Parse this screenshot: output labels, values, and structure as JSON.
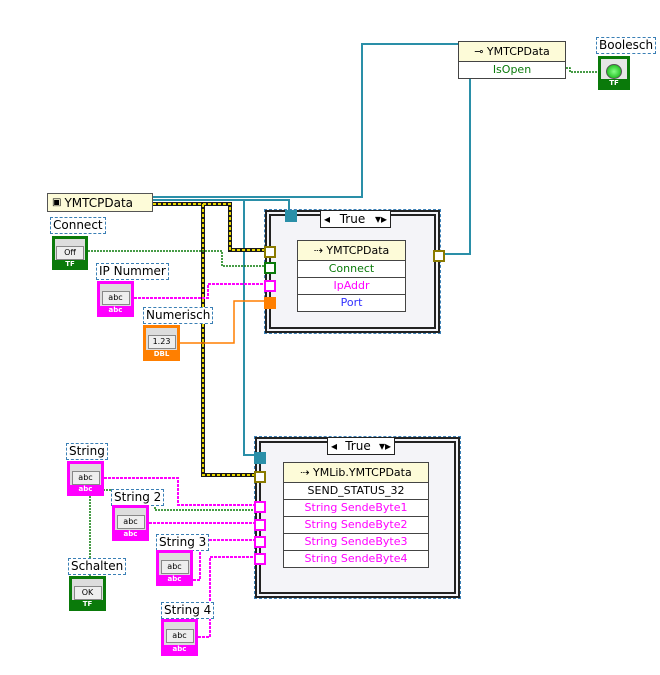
{
  "nodes": {
    "bundle_left": {
      "label": "YMTCPData"
    },
    "prop_top": {
      "label": "YMTCPData",
      "rows": [
        "IsOpen"
      ]
    },
    "prop_case1": {
      "label": "YMTCPData",
      "rows": [
        "Connect",
        "IpAddr",
        "Port"
      ]
    },
    "prop_case2": {
      "label": "YMLib.YMTCPData",
      "rows": [
        "SEND_STATUS_32",
        "String SendeByte1",
        "String SendeByte2",
        "String SendeByte3",
        "String SendeByte4"
      ]
    }
  },
  "case_structures": [
    {
      "selector": "True"
    },
    {
      "selector": "True"
    }
  ],
  "controls": {
    "connect": {
      "label": "Connect",
      "value": "Off",
      "type": "TF"
    },
    "ip": {
      "label": "IP Nummer",
      "value": "abc",
      "type": "abc"
    },
    "numerisch": {
      "label": "Numerisch",
      "value": "1.23",
      "type": "DBL"
    },
    "string1": {
      "label": "String",
      "value": "abc",
      "type": "abc"
    },
    "string2": {
      "label": "String 2",
      "value": "abc",
      "type": "abc"
    },
    "string3": {
      "label": "String 3",
      "value": "abc",
      "type": "abc"
    },
    "string4": {
      "label": "String 4",
      "value": "abc",
      "type": "abc"
    },
    "schalten": {
      "label": "Schalten",
      "value": "OK",
      "type": "TF"
    }
  },
  "indicators": {
    "boolesch": {
      "label": "Boolesch",
      "type": "TF"
    }
  },
  "colors": {
    "boolean": "#0a7a0a",
    "string": "#ff00ff",
    "numeric": "#ff7f00",
    "refnum": "#2f8fa0",
    "cluster": "#8a7a00"
  }
}
